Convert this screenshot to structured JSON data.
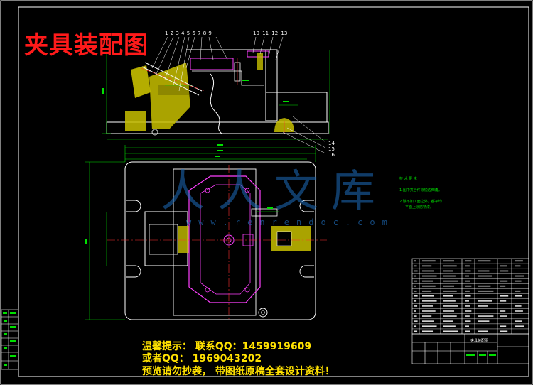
{
  "drawing": {
    "title": "夹具装配图",
    "part_numbers_left": "1 2 3 4 5 6 7 8 9",
    "part_numbers_right": "10 11 12 13",
    "callout_14": "14",
    "callout_15": "15",
    "callout_16": "16"
  },
  "watermark": {
    "chinese": "人人文库",
    "url": "www.renrendoc.com"
  },
  "notice": {
    "line1": "温馨提示：  联系QQ：1459919609",
    "line2": "或者QQ： 1969043202",
    "line3": "预览请勿抄袭，  带图纸原稿全套设计资料！"
  },
  "tech_requirements": {
    "heading": "技 术 要 求",
    "item1": "1.图中夹合件除锐边倒角。",
    "item2": "2.除不加工面之外，都平均",
    "item3": "平面上涂防锈漆。"
  },
  "title_block": {
    "drawing_name": "夹具装配图"
  },
  "colors": {
    "background": "#000000",
    "linework": "#ffffff",
    "title_red": "#ff1a1a",
    "dimension_green": "#00e000",
    "part_magenta": "#ff40ff",
    "hatch_yellow": "#c8c000",
    "centerline_red": "#ff3030",
    "notice_yellow": "#ffe100",
    "watermark_blue": "#1e6ebe"
  }
}
